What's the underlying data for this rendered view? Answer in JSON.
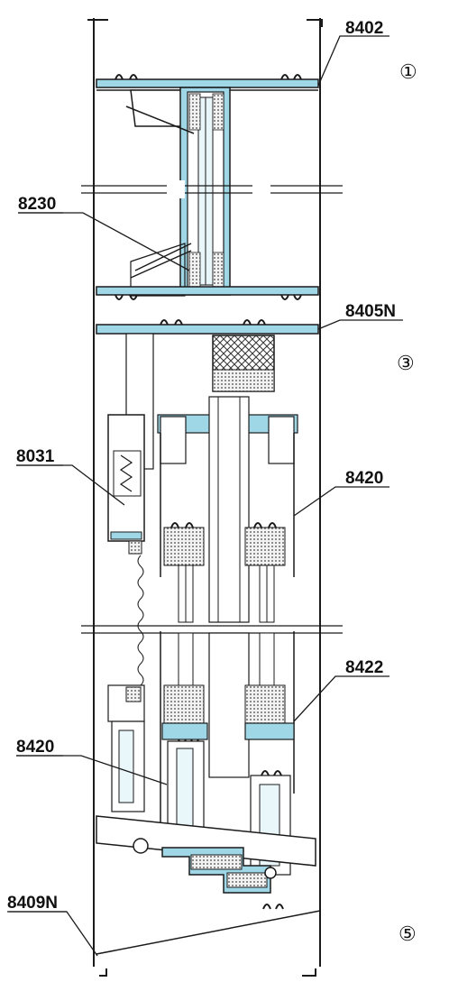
{
  "drawing": {
    "section_numbers": [
      {
        "id": "s1",
        "text": "①"
      },
      {
        "id": "s3",
        "text": "③"
      },
      {
        "id": "s5",
        "text": "⑤"
      }
    ],
    "callouts": [
      {
        "id": "c8402",
        "text": "8402"
      },
      {
        "id": "c8230",
        "text": "8230"
      },
      {
        "id": "c8405N",
        "text": "8405N"
      },
      {
        "id": "c8031",
        "text": "8031"
      },
      {
        "id": "c8420a",
        "text": "8420"
      },
      {
        "id": "c8422",
        "text": "8422"
      },
      {
        "id": "c8420b",
        "text": "8420"
      },
      {
        "id": "c8409N",
        "text": "8409N"
      }
    ],
    "colors": {
      "profile": "#2fa6c4",
      "profile_light": "#9fd7e6",
      "line": "#1a1a1a",
      "hatch": "#333333"
    }
  }
}
